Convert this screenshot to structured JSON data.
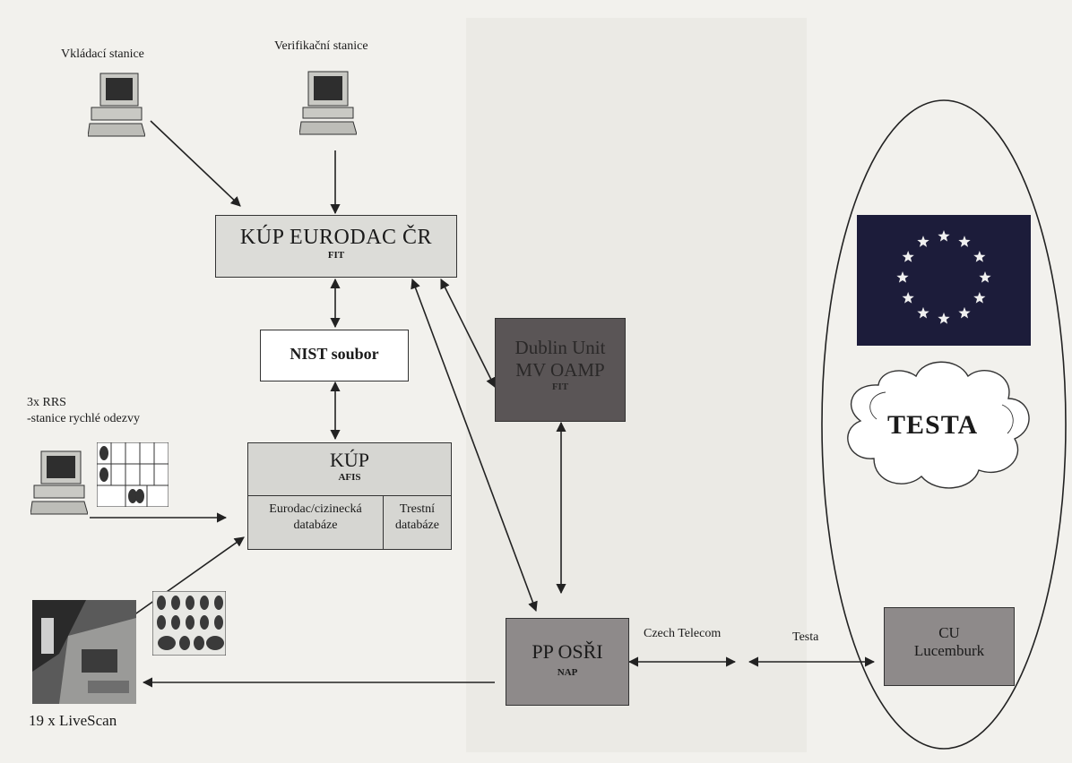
{
  "stations": {
    "input_station": "Vkládací stanice",
    "verification_station": "Verifikační stanice",
    "rrs_title": "3x RRS",
    "rrs_subtitle": "-stanice rychlé odezvy",
    "livescan": "19 x LiveScan"
  },
  "nodes": {
    "kup_eurodac": {
      "title": "KÚP EURODAC ČR",
      "sub": "FIT"
    },
    "nist": {
      "title": "NIST soubor"
    },
    "kup_afis": {
      "title": "KÚP",
      "sub": "AFIS",
      "db_left": [
        "Eurodac/cizinecká",
        "databáze"
      ],
      "db_right": [
        "Trestní",
        "databáze"
      ]
    },
    "dublin": {
      "title_1": "Dublin Unit",
      "title_2": "MV OAMP",
      "sub": "FIT"
    },
    "pp_osri": {
      "title": "PP OSŘI",
      "sub": "NAP"
    },
    "cu": {
      "title_1": "CU",
      "title_2": "Lucemburk"
    },
    "testa_cloud": "TESTA"
  },
  "links": {
    "czech_telecom": "Czech Telecom",
    "testa": "Testa"
  },
  "colors": {
    "box_light": "#dcdcd8",
    "box_dark": "#5a5556",
    "box_mid": "#8e8a8a",
    "eu_blue": "#1c1c3a",
    "eu_star": "#f0f0f0"
  }
}
